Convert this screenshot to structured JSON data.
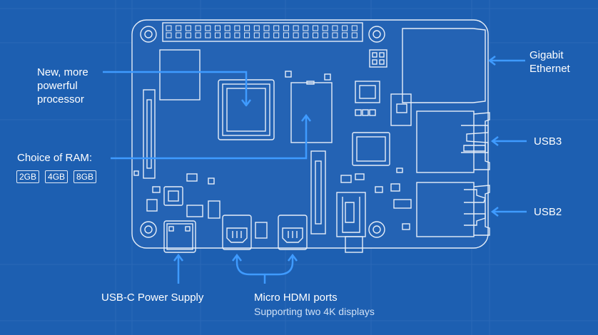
{
  "labels": {
    "processor": [
      "New, more",
      "powerful",
      "processor"
    ],
    "ram_title": "Choice of RAM:",
    "ram_options": [
      "2GB",
      "4GB",
      "8GB"
    ],
    "ethernet": [
      "Gigabit",
      "Ethernet"
    ],
    "usb3": "USB3",
    "usb2": "USB2",
    "power": "USB-C Power Supply",
    "hdmi_title": "Micro HDMI ports",
    "hdmi_sub": "Supporting two 4K displays"
  },
  "colors": {
    "background": "#1d5fb1",
    "board_line": "#e6eef8",
    "arrow": "#3f9bff",
    "grid": "#3572bf"
  }
}
